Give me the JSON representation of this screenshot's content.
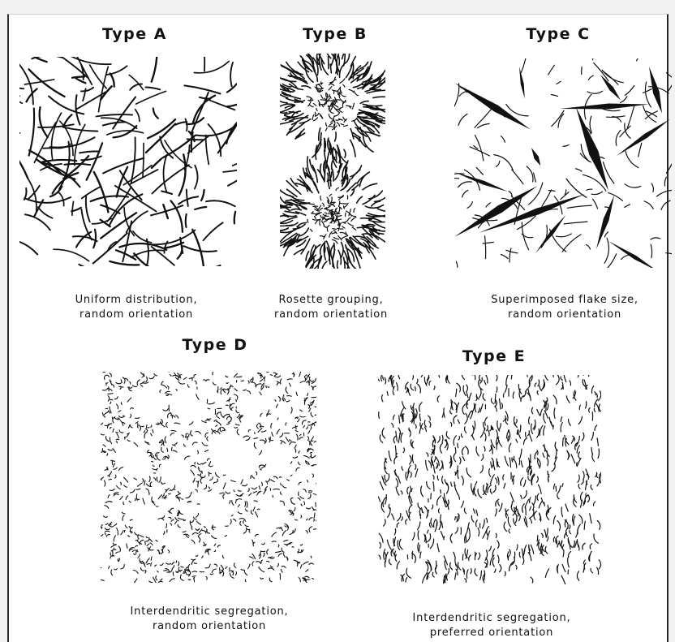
{
  "panels": [
    {
      "key": "a",
      "title": "Type A",
      "caption_line1": "Uniform distribution,",
      "caption_line2": "random orientation"
    },
    {
      "key": "b",
      "title": "Type B",
      "caption_line1": "Rosette grouping,",
      "caption_line2": "random orientation"
    },
    {
      "key": "c",
      "title": "Type C",
      "caption_line1": "Superimposed flake size,",
      "caption_line2": "random orientation"
    },
    {
      "key": "d",
      "title": "Type D",
      "caption_line1": "Interdendritic segregation,",
      "caption_line2": "random orientation"
    },
    {
      "key": "e",
      "title": "Type E",
      "caption_line1": "Interdendritic segregation,",
      "caption_line2": "preferred orientation"
    }
  ]
}
